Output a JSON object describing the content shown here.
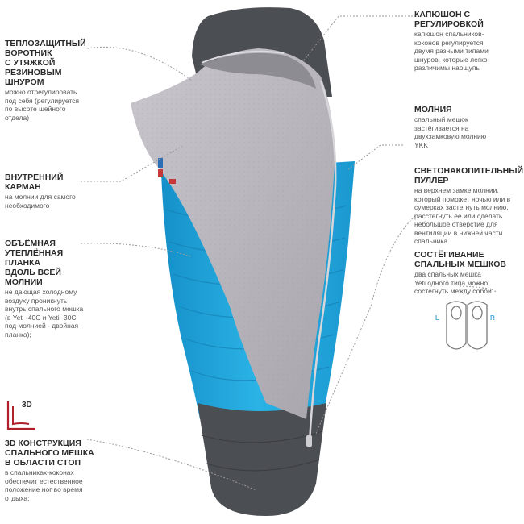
{
  "callouts": {
    "collar": {
      "title": "ТЕПЛОЗАЩИТНЫЙ\nВОРОТНИК\nС УТЯЖКОЙ\nРЕЗИНОВЫМ\nШНУРОМ",
      "desc": "можно отрегулировать\nпод себя (регулируется\nпо высоте шейного\nотдела)"
    },
    "pocket": {
      "title": "ВНУТРЕННИЙ\nКАРМАН",
      "desc": "на молнии для самого\nнеобходимого"
    },
    "baffle": {
      "title": "ОБЪЁМНАЯ\nУТЕПЛЁННАЯ\nПЛАНКА\nВДОЛЬ ВСЕЙ\nМОЛНИИ",
      "desc": "не дающая холодному\nвоздуху проникнуть\nвнутрь спального мешка\n(в Yeti -40С и Yeti -30С\nпод молнией - двойная\nпланка);"
    },
    "footbox": {
      "badge": "3D",
      "title": "3D КОНСТРУКЦИЯ\nСПАЛЬНОГО МЕШКА\nВ ОБЛАСТИ СТОП",
      "desc": "в спальниках-коконах\nобеспечит естественное\nположение ног во время\nотдыха;"
    },
    "hood": {
      "title": "КАПЮШОН С\nРЕГУЛИРОВКОЙ",
      "desc": "капюшон спальников-\nкоконов регулируется\nдвумя разными типами\nшнуров, которые легко\nразличимы наощупь"
    },
    "zipper": {
      "title": "МОЛНИЯ",
      "desc": "спальный мешок\nзастёгивается на\nдвухзамковую молнию\nYKK"
    },
    "puller": {
      "title": "СВЕТОНАКОПИТЕЛЬНЫЙ\nПУЛЛЕР",
      "desc": "на верхнем замке молнии,\nкоторый поможет ночью или в\nсумерках застегнуть молнию,\nрасстегнуть её или сделать\nнебольшое отверстие для\nвентиляции в нижней части\nспальника"
    },
    "coupling": {
      "title": "СОСТЁГИВАНИЕ\nСПАЛЬНЫХ МЕШКОВ",
      "desc": "два спальных мешка\nYeti одного типа можно\nсостегнуть между собой",
      "left_label": "L",
      "right_label": "R"
    }
  },
  "colors": {
    "shell_blue": "#1ea6d9",
    "shell_dark": "#4a4d52",
    "lining_grey": "#b4b2b8",
    "leader_line": "#9a9a9a"
  }
}
